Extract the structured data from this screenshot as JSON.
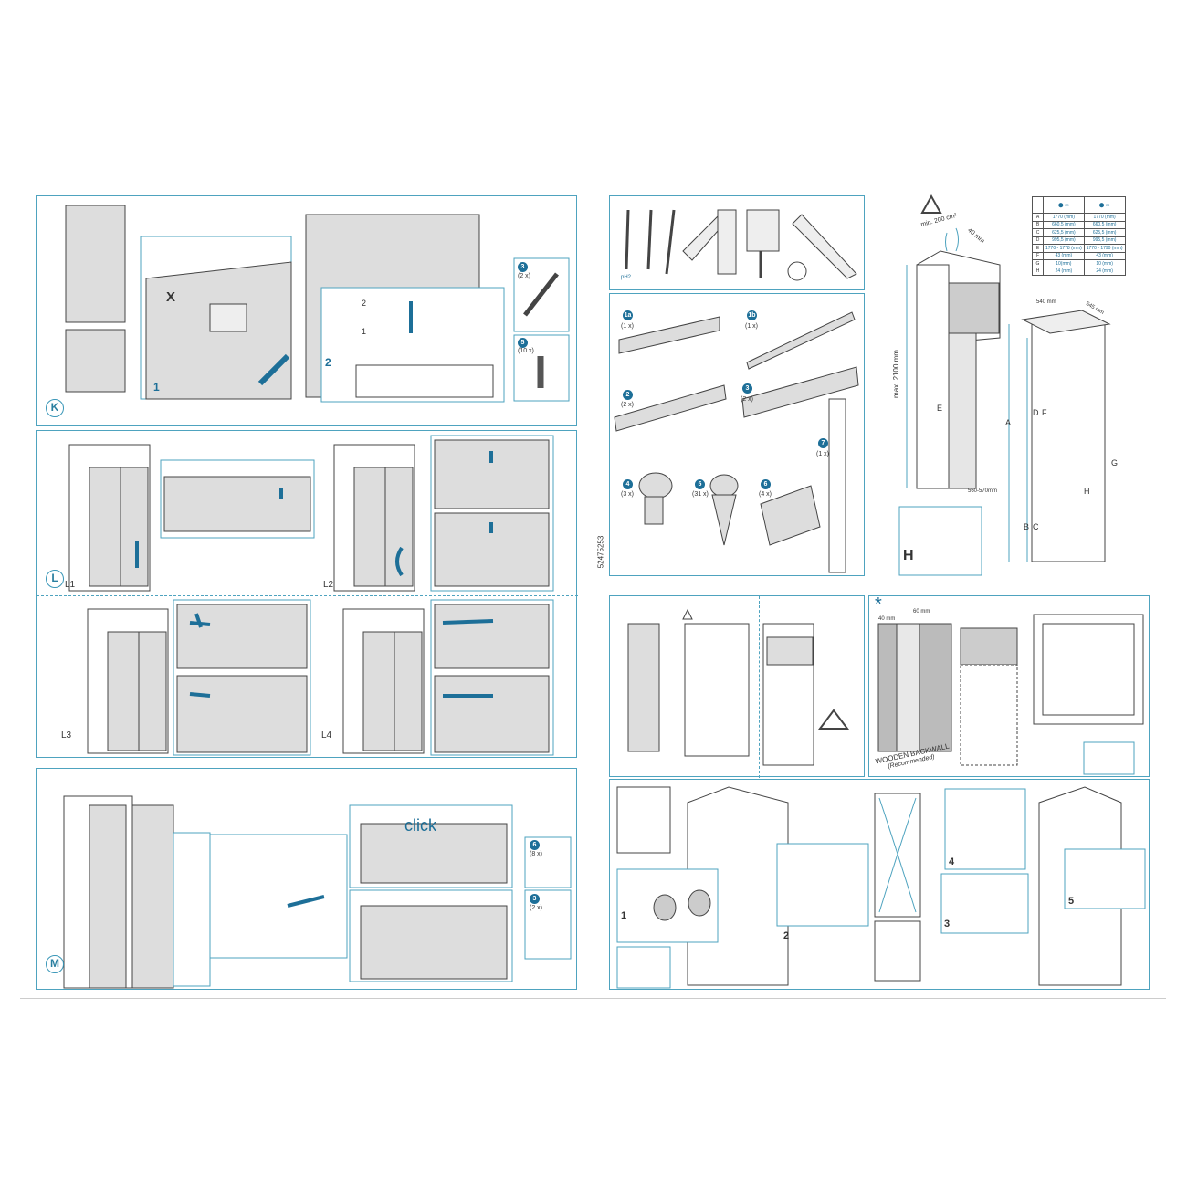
{
  "doc_code": "52475253",
  "panels": {
    "K": {
      "label": "K",
      "x_label": "X",
      "steps": [
        "1",
        "2",
        "1",
        "2"
      ],
      "parts": [
        {
          "num": "3",
          "qty": "(2 x)"
        },
        {
          "num": "5",
          "qty": "(10 x)"
        }
      ]
    },
    "L": {
      "label": "L",
      "sub": [
        "L1",
        "L2",
        "L3",
        "L4"
      ]
    },
    "M": {
      "label": "M",
      "click": "click",
      "parts": [
        {
          "num": "6",
          "qty": "(8 x)"
        },
        {
          "num": "3",
          "qty": "(2 x)"
        }
      ]
    },
    "tools": {
      "ph": "pH2"
    },
    "parts": [
      {
        "num": "1a",
        "qty": "(1 x)"
      },
      {
        "num": "1b",
        "qty": "(1 x)"
      },
      {
        "num": "2",
        "qty": "(2 x)"
      },
      {
        "num": "3",
        "qty": "(2 x)"
      },
      {
        "num": "4",
        "qty": "(3 x)"
      },
      {
        "num": "5",
        "qty": "(31 x)"
      },
      {
        "num": "6",
        "qty": "(4 x)"
      },
      {
        "num": "7",
        "qty": "(1 x)"
      }
    ],
    "dimensions": {
      "max_height": "max. 2100 mm",
      "ventilation": "min. 200 cm²",
      "gap": "40 mm",
      "width": "540 mm",
      "depth": "545 mm",
      "niche": "560-570mm",
      "letters": [
        "A",
        "B",
        "C",
        "D",
        "E",
        "F",
        "G",
        "H"
      ]
    },
    "table": {
      "rows": [
        [
          "A",
          "1770 (mm)",
          "1770 (mm)"
        ],
        [
          "B",
          "660,5 (mm)",
          "660,5 (mm)"
        ],
        [
          "C",
          "625,5 (mm)",
          "625,5 (mm)"
        ],
        [
          "D",
          "995,5 (mm)",
          "995,5 (mm)"
        ],
        [
          "E",
          "1770 - 1778 (mm)",
          "1770 - 1790 (mm)"
        ],
        [
          "F",
          "43 (mm)",
          "43 (mm)"
        ],
        [
          "G",
          "10(mm)",
          "10 (mm)"
        ],
        [
          "H",
          "24 (mm)",
          "24 (mm)"
        ]
      ]
    },
    "backwall": {
      "title": "WOODEN BACKWALL",
      "note": "(Recommended)",
      "d1": "40 mm",
      "d2": "60 mm"
    },
    "hinge_steps": [
      "1",
      "2",
      "3",
      "4",
      "5"
    ]
  }
}
